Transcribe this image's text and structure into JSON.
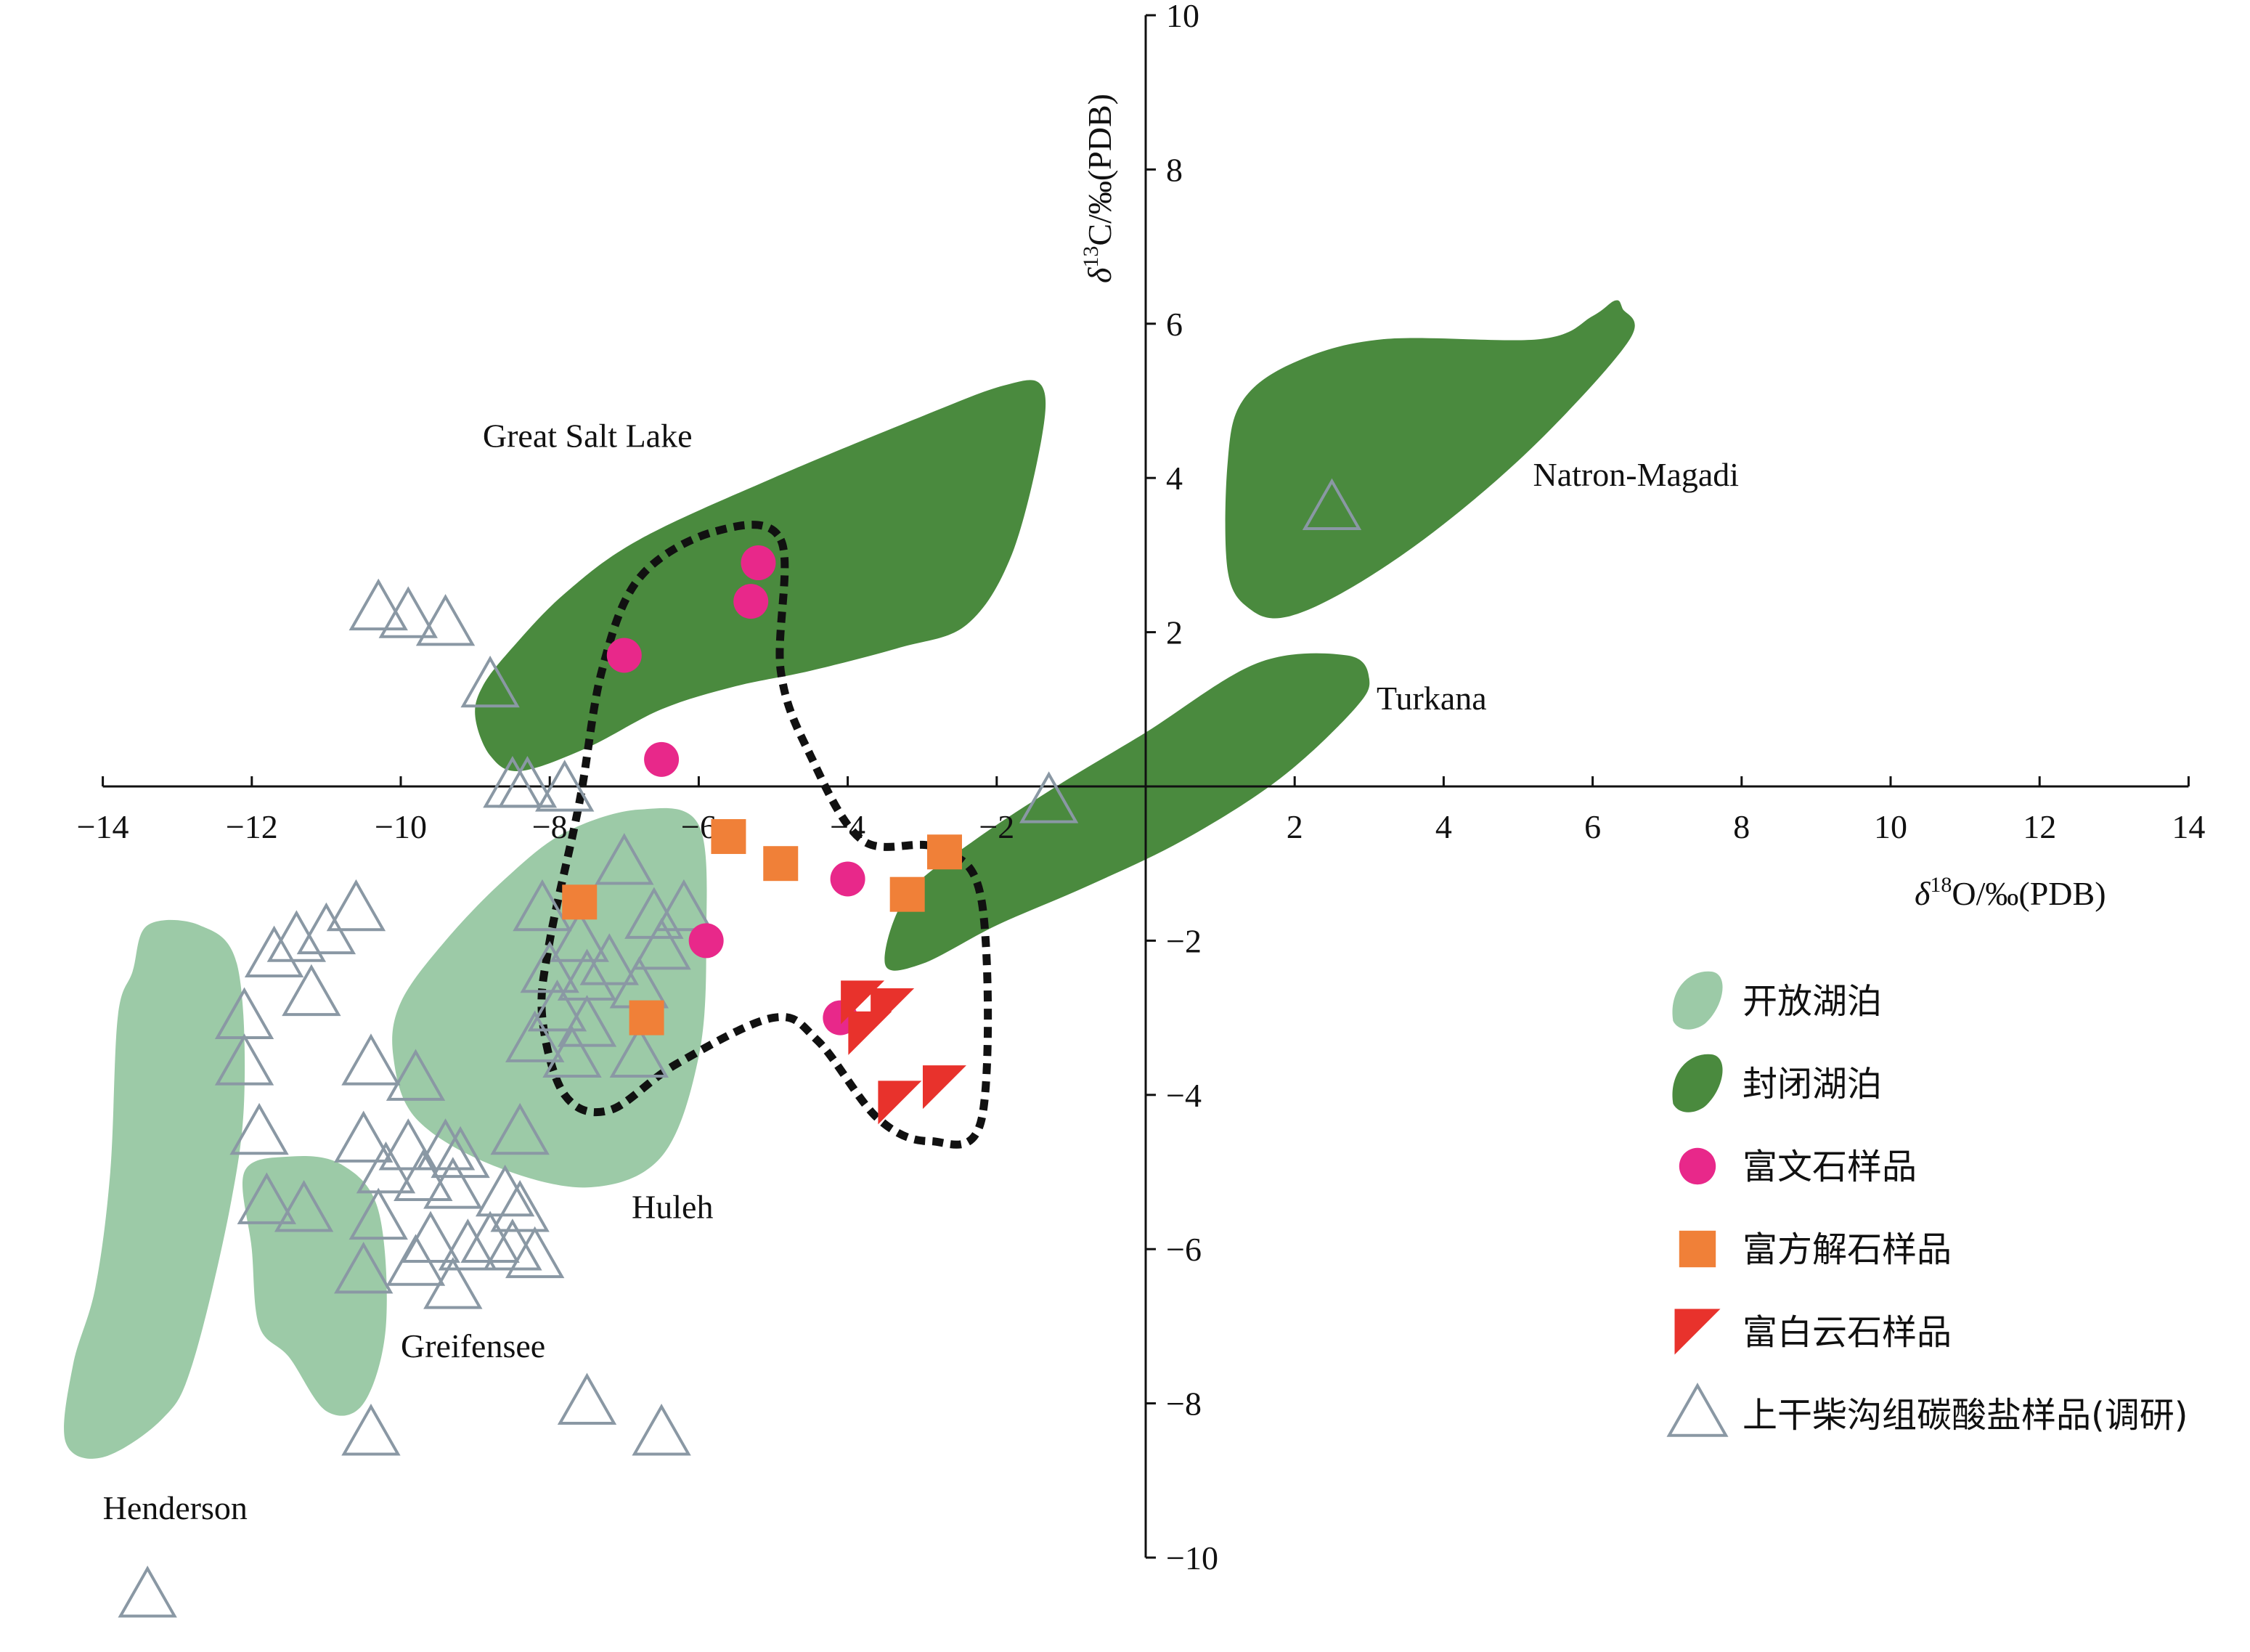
{
  "chart_data": {
    "type": "scatter",
    "xlabel": {
      "delta": "δ",
      "sup": "18",
      "rest": "O/‰(PDB)"
    },
    "ylabel": {
      "delta": "δ",
      "sup": "13",
      "rest": "C/‰(PDB)"
    },
    "xlim": [
      -14,
      14
    ],
    "ylim": [
      -10,
      10
    ],
    "xticks": [
      -14,
      -12,
      -10,
      -8,
      -6,
      -4,
      -2,
      2,
      4,
      6,
      8,
      10,
      12,
      14
    ],
    "yticks": [
      10,
      8,
      6,
      4,
      2,
      -2,
      -4,
      -6,
      -8,
      -10
    ],
    "colors": {
      "open_lake": "#9ccaa7",
      "closed_lake": "#4a8a3e",
      "aragonite": "#e8288a",
      "calcite": "#f08038",
      "dolomite": "#e8322c",
      "survey": "#8a98a4",
      "boundary": "#111111"
    },
    "regions": [
      {
        "label": "Great Salt Lake",
        "kind": "closed",
        "outline": [
          [
            -8.9,
            1.3
          ],
          [
            -8.5,
            1.8
          ],
          [
            -7.8,
            2.5
          ],
          [
            -6.8,
            3.2
          ],
          [
            -5.0,
            4.0
          ],
          [
            -3.0,
            4.8
          ],
          [
            -1.9,
            5.2
          ],
          [
            -1.4,
            5.2
          ],
          [
            -1.4,
            4.5
          ],
          [
            -1.8,
            3.0
          ],
          [
            -2.4,
            2.1
          ],
          [
            -3.3,
            1.8
          ],
          [
            -4.5,
            1.5
          ],
          [
            -5.5,
            1.3
          ],
          [
            -6.5,
            1.0
          ],
          [
            -7.5,
            0.5
          ],
          [
            -8.4,
            0.2
          ],
          [
            -8.8,
            0.4
          ],
          [
            -9.0,
            0.9
          ]
        ]
      },
      {
        "label": "Natron-Magadi",
        "kind": "closed",
        "outline": [
          [
            1.1,
            4.2
          ],
          [
            1.3,
            5.0
          ],
          [
            2.0,
            5.5
          ],
          [
            3.2,
            5.8
          ],
          [
            5.3,
            5.8
          ],
          [
            6.0,
            6.1
          ],
          [
            6.3,
            6.3
          ],
          [
            6.4,
            6.2
          ],
          [
            6.5,
            5.8
          ],
          [
            5.3,
            4.5
          ],
          [
            4.0,
            3.4
          ],
          [
            2.8,
            2.6
          ],
          [
            1.9,
            2.2
          ],
          [
            1.4,
            2.3
          ],
          [
            1.1,
            2.8
          ]
        ]
      },
      {
        "label": "Turkana",
        "kind": "closed",
        "outline": [
          [
            -3.5,
            -2.3
          ],
          [
            -3.2,
            -1.4
          ],
          [
            -2.3,
            -0.7
          ],
          [
            -1.2,
            0.0
          ],
          [
            0.0,
            0.7
          ],
          [
            1.5,
            1.6
          ],
          [
            2.7,
            1.7
          ],
          [
            3.0,
            1.4
          ],
          [
            2.8,
            1.0
          ],
          [
            1.8,
            0.1
          ],
          [
            0.5,
            -0.7
          ],
          [
            -0.8,
            -1.3
          ],
          [
            -2.0,
            -1.8
          ],
          [
            -3.0,
            -2.3
          ]
        ]
      },
      {
        "label": "Huleh",
        "kind": "open",
        "outline": [
          [
            -10.0,
            -2.8
          ],
          [
            -9.4,
            -2.0
          ],
          [
            -8.6,
            -1.2
          ],
          [
            -7.8,
            -0.6
          ],
          [
            -6.8,
            -0.3
          ],
          [
            -6.0,
            -0.5
          ],
          [
            -5.9,
            -2.0
          ],
          [
            -6.0,
            -3.5
          ],
          [
            -6.5,
            -4.8
          ],
          [
            -7.5,
            -5.2
          ],
          [
            -8.8,
            -4.9
          ],
          [
            -9.8,
            -4.3
          ],
          [
            -10.1,
            -3.5
          ]
        ]
      },
      {
        "label": "Greifensee",
        "kind": "open",
        "outline": [
          [
            -12.1,
            -5.0
          ],
          [
            -11.5,
            -4.8
          ],
          [
            -10.8,
            -4.9
          ],
          [
            -10.3,
            -5.5
          ],
          [
            -10.2,
            -7.0
          ],
          [
            -10.5,
            -8.0
          ],
          [
            -11.0,
            -8.1
          ],
          [
            -11.5,
            -7.4
          ],
          [
            -11.9,
            -7.0
          ],
          [
            -12.0,
            -6.0
          ]
        ]
      },
      {
        "label": "Henderson",
        "kind": "open",
        "outline": [
          [
            -13.6,
            -2.4
          ],
          [
            -13.4,
            -1.8
          ],
          [
            -12.7,
            -1.8
          ],
          [
            -12.2,
            -2.3
          ],
          [
            -12.1,
            -4.0
          ],
          [
            -12.3,
            -5.5
          ],
          [
            -12.8,
            -7.5
          ],
          [
            -13.2,
            -8.2
          ],
          [
            -14.0,
            -8.7
          ],
          [
            -14.5,
            -8.5
          ],
          [
            -14.4,
            -7.5
          ],
          [
            -14.1,
            -6.5
          ],
          [
            -13.9,
            -5.0
          ],
          [
            -13.8,
            -3.0
          ]
        ]
      }
    ],
    "boundary_outline": [
      [
        -4.9,
        3.2
      ],
      [
        -4.9,
        1.5
      ],
      [
        -4.5,
        0.4
      ],
      [
        -3.8,
        -0.7
      ],
      [
        -2.8,
        -0.8
      ],
      [
        -2.2,
        -1.5
      ],
      [
        -2.2,
        -4.3
      ],
      [
        -2.9,
        -4.6
      ],
      [
        -3.6,
        -4.3
      ],
      [
        -4.4,
        -3.3
      ],
      [
        -5.0,
        -3.0
      ],
      [
        -6.3,
        -3.6
      ],
      [
        -7.2,
        -4.2
      ],
      [
        -7.8,
        -4.0
      ],
      [
        -8.1,
        -3.0
      ],
      [
        -8.0,
        -2.0
      ],
      [
        -7.6,
        -0.2
      ],
      [
        -7.3,
        1.5
      ],
      [
        -6.8,
        2.7
      ],
      [
        -5.8,
        3.3
      ]
    ],
    "series": [
      {
        "name": "富文石样品",
        "marker": "circle",
        "points": [
          [
            -5.2,
            2.9
          ],
          [
            -5.3,
            2.4
          ],
          [
            -7.0,
            1.7
          ],
          [
            -6.5,
            0.35
          ],
          [
            -4.0,
            -1.2
          ],
          [
            -5.9,
            -2.0
          ],
          [
            -4.1,
            -3.0
          ]
        ]
      },
      {
        "name": "富方解石样品",
        "marker": "square",
        "points": [
          [
            -5.6,
            -0.65
          ],
          [
            -4.9,
            -1.0
          ],
          [
            -7.6,
            -1.5
          ],
          [
            -2.7,
            -0.85
          ],
          [
            -3.2,
            -1.4
          ],
          [
            -6.7,
            -3.0
          ]
        ]
      },
      {
        "name": "富白云石样品",
        "marker": "flag",
        "points": [
          [
            -3.8,
            -2.8
          ],
          [
            -3.4,
            -2.9
          ],
          [
            -3.7,
            -3.2
          ],
          [
            -3.3,
            -4.1
          ],
          [
            -2.7,
            -3.9
          ]
        ]
      },
      {
        "name": "上干柴沟组碳酸盐样品(调研)",
        "marker": "triangle",
        "points": [
          [
            -10.3,
            2.3
          ],
          [
            -9.9,
            2.2
          ],
          [
            -9.4,
            2.1
          ],
          [
            -8.8,
            1.3
          ],
          [
            -8.5,
            0.0
          ],
          [
            -8.3,
            0.0
          ],
          [
            -7.8,
            -0.05
          ],
          [
            -1.3,
            -0.2
          ],
          [
            2.5,
            3.6
          ],
          [
            -7.0,
            -1.0
          ],
          [
            -6.2,
            -1.6
          ],
          [
            -6.6,
            -1.7
          ],
          [
            -8.1,
            -1.6
          ],
          [
            -7.6,
            -2.0
          ],
          [
            -6.5,
            -2.1
          ],
          [
            -7.2,
            -2.3
          ],
          [
            -8.0,
            -2.4
          ],
          [
            -7.5,
            -2.5
          ],
          [
            -6.8,
            -2.6
          ],
          [
            -7.9,
            -2.9
          ],
          [
            -7.5,
            -3.1
          ],
          [
            -8.2,
            -3.3
          ],
          [
            -7.7,
            -3.5
          ],
          [
            -6.8,
            -3.5
          ],
          [
            -10.6,
            -1.6
          ],
          [
            -11.0,
            -1.9
          ],
          [
            -11.4,
            -2.0
          ],
          [
            -11.7,
            -2.2
          ],
          [
            -11.2,
            -2.7
          ],
          [
            -12.1,
            -3.0
          ],
          [
            -12.1,
            -3.6
          ],
          [
            -10.4,
            -3.6
          ],
          [
            -9.8,
            -3.8
          ],
          [
            -11.9,
            -4.5
          ],
          [
            -10.5,
            -4.6
          ],
          [
            -9.9,
            -4.7
          ],
          [
            -9.4,
            -4.7
          ],
          [
            -9.2,
            -4.8
          ],
          [
            -8.4,
            -4.5
          ],
          [
            -10.2,
            -5.0
          ],
          [
            -9.7,
            -5.1
          ],
          [
            -9.3,
            -5.2
          ],
          [
            -8.6,
            -5.3
          ],
          [
            -8.4,
            -5.5
          ],
          [
            -11.8,
            -5.4
          ],
          [
            -11.3,
            -5.5
          ],
          [
            -10.3,
            -5.6
          ],
          [
            -9.6,
            -5.9
          ],
          [
            -9.1,
            -6.0
          ],
          [
            -8.8,
            -5.9
          ],
          [
            -8.5,
            -6.0
          ],
          [
            -8.2,
            -6.1
          ],
          [
            -10.5,
            -6.3
          ],
          [
            -9.8,
            -6.2
          ],
          [
            -9.3,
            -6.5
          ],
          [
            -7.5,
            -8.0
          ],
          [
            -6.5,
            -8.4
          ],
          [
            -10.4,
            -8.4
          ],
          [
            -13.4,
            -10.5
          ]
        ]
      }
    ],
    "region_labels": [
      {
        "text": "Great Salt Lake",
        "at": [
          -8.9,
          4.4
        ]
      },
      {
        "text": "Natron-Magadi",
        "at": [
          5.2,
          3.9
        ]
      },
      {
        "text": "Turkana",
        "at": [
          3.1,
          1.0
        ]
      },
      {
        "text": "Huleh",
        "at": [
          -6.9,
          -5.6
        ]
      },
      {
        "text": "Greifensee",
        "at": [
          -10.0,
          -7.4
        ]
      },
      {
        "text": "Henderson",
        "at": [
          -14.0,
          -9.5
        ]
      }
    ],
    "legend": {
      "position": "right",
      "entries": [
        {
          "label": "开放湖泊",
          "marker": "blob-open"
        },
        {
          "label": "封闭湖泊",
          "marker": "blob-closed"
        },
        {
          "label": "富文石样品",
          "marker": "circle"
        },
        {
          "label": "富方解石样品",
          "marker": "square"
        },
        {
          "label": "富白云石样品",
          "marker": "flag"
        },
        {
          "label": "上干柴沟组碳酸盐样品(调研)",
          "marker": "triangle"
        }
      ]
    }
  }
}
